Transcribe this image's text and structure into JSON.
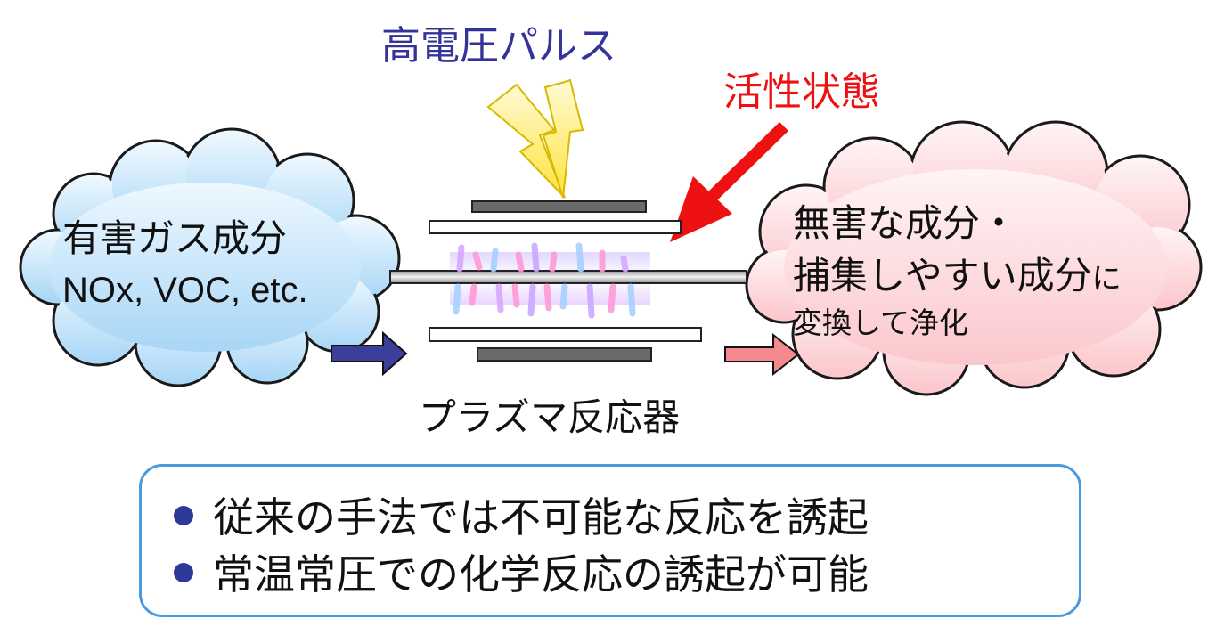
{
  "labels": {
    "high_voltage_pulse": "高電圧パルス",
    "active_state": "活性状態",
    "harmful_gas_line1": "有害ガス成分",
    "harmful_gas_line2": "NOx, VOC, etc.",
    "harmless_line1": "無害な成分・",
    "harmless_line2_main": "捕集しやすい成分",
    "harmless_line2_small": "に",
    "harmless_line3": "変換して浄化",
    "reactor": "プラズマ反応器"
  },
  "bullets": [
    "従来の手法では不可能な反応を誘起",
    "常温常圧での化学反応の誘起が可能"
  ],
  "colors": {
    "pulse_text": "#333399",
    "active_text": "#ee1111",
    "left_cloud": "#a9d8f7",
    "right_cloud": "#fcd0d4",
    "left_arrow": "#3b3f9a",
    "right_arrow": "#f48a90",
    "active_arrow": "#ee1111",
    "lightning": "#ffe94a",
    "box_border": "#4a9ade",
    "bullet_dot": "#2e3a9a"
  }
}
